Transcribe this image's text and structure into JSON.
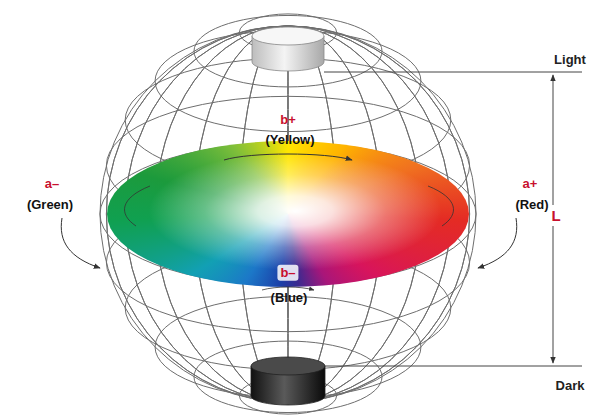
{
  "diagram": {
    "labels": [
      "Light",
      "b+",
      "(Yellow)",
      "a–",
      "(Green)",
      "a+",
      "(Red)",
      "L",
      "b–",
      "(Blue)",
      "Dark"
    ]
  }
}
